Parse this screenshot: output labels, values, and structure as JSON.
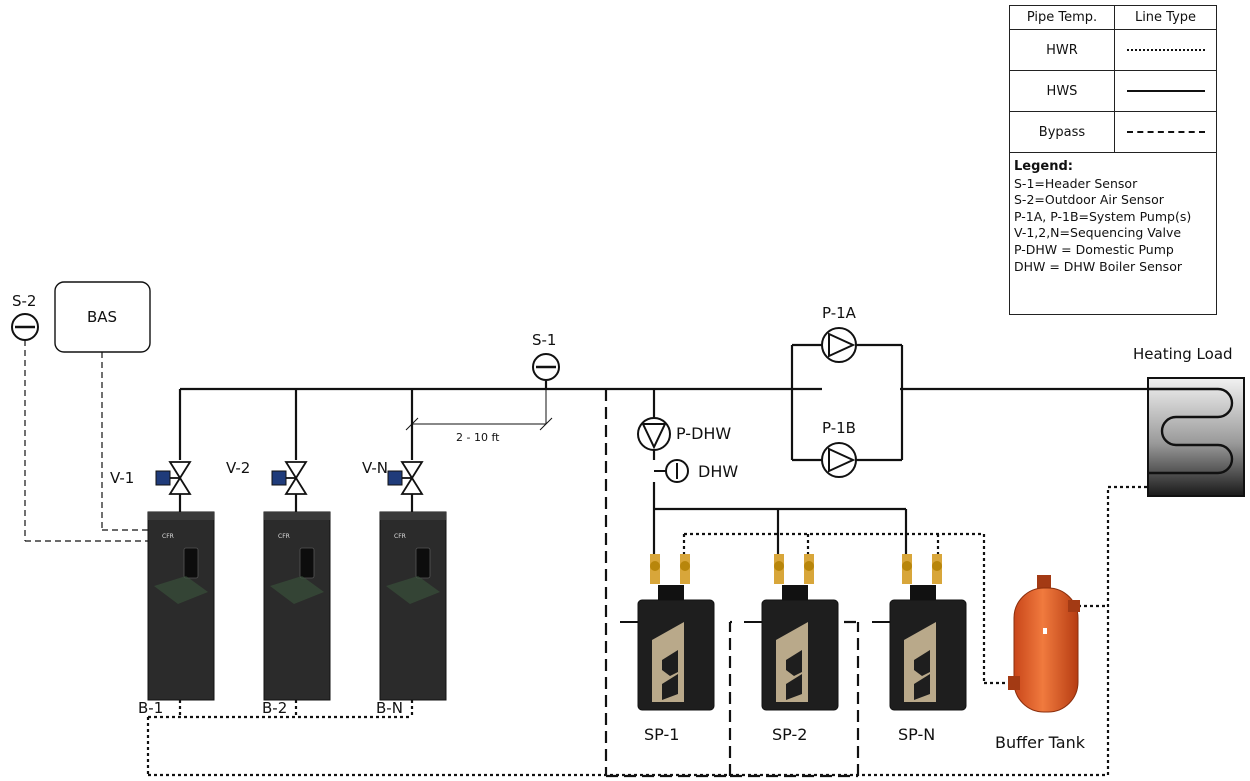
{
  "legend": {
    "header": {
      "col1": "Pipe Temp.",
      "col2": "Line Type"
    },
    "rows": [
      {
        "label": "HWR",
        "style": "dotted"
      },
      {
        "label": "HWS",
        "style": "solid"
      },
      {
        "label": "Bypass",
        "style": "dashed"
      }
    ],
    "notes_title": "Legend:",
    "notes": [
      "S-1=Header Sensor",
      "S-2=Outdoor Air Sensor",
      "P-1A, P-1B=System Pump(s)",
      "V-1,2,N=Sequencing Valve",
      "P-DHW = Domestic Pump",
      "DHW = DHW Boiler Sensor"
    ]
  },
  "labels": {
    "s2": "S-2",
    "bas": "BAS",
    "s1": "S-1",
    "p1a": "P-1A",
    "p1b": "P-1B",
    "heating_load": "Heating Load",
    "pdhw": "P-DHW",
    "dhw": "DHW",
    "distance": "2 - 10 ft",
    "buffer_tank": "Buffer Tank"
  },
  "boilers": [
    {
      "valve": "V-1",
      "name": "B-1",
      "brand": "CFR"
    },
    {
      "valve": "V-2",
      "name": "B-2",
      "brand": "CFR"
    },
    {
      "valve": "V-N",
      "name": "B-N",
      "brand": "CFR"
    }
  ],
  "storage": [
    {
      "name": "SP-1"
    },
    {
      "name": "SP-2"
    },
    {
      "name": "SP-N"
    }
  ],
  "colors": {
    "pipe": "#111111",
    "boiler_body": "#2b2b2b",
    "valve_actuator": "#1f3b7a",
    "tank": "#e0602a",
    "brass": "#d8a63a"
  }
}
